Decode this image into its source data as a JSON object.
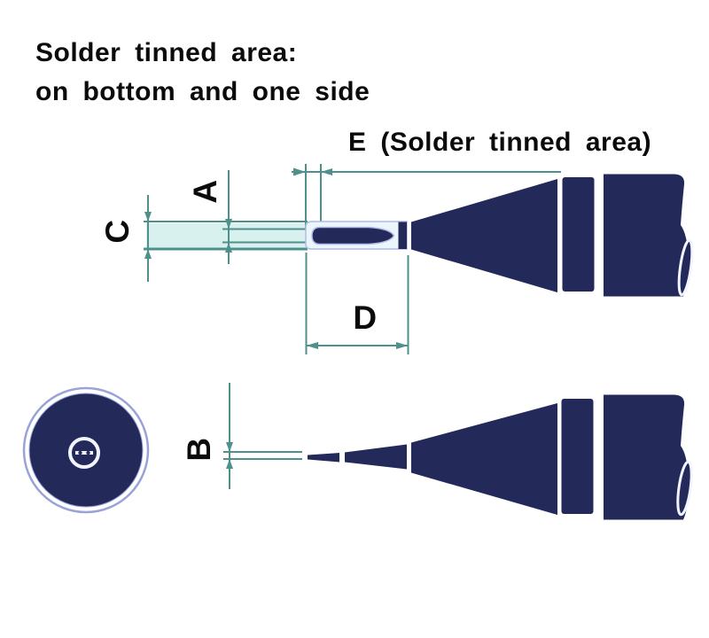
{
  "title": {
    "line1": "Solder tinned area:",
    "line2": "on bottom and one side"
  },
  "dimension_labels": {
    "e": "E (Solder tinned area)",
    "a": "A",
    "b": "B",
    "c": "C",
    "d": "D"
  },
  "views": {
    "top_view": "soldering tip seen from above with solder tinned oval area and dimensions A, C, D, E",
    "side_view": "soldering tip seen from the side with dimension B",
    "front_view": "soldering tip seen head-on as a circle with blade cross-section in center"
  },
  "colors": {
    "navy": "#232a5a",
    "teal": "#4e918c",
    "pale": "#d8f0ee",
    "blade": "#eaf6fa",
    "lavender": "#b4b9e6",
    "ring": "#9aa3d8",
    "lens": "#f2f4ff",
    "ink": "#0b0b0b",
    "bg": "#ffffff"
  }
}
